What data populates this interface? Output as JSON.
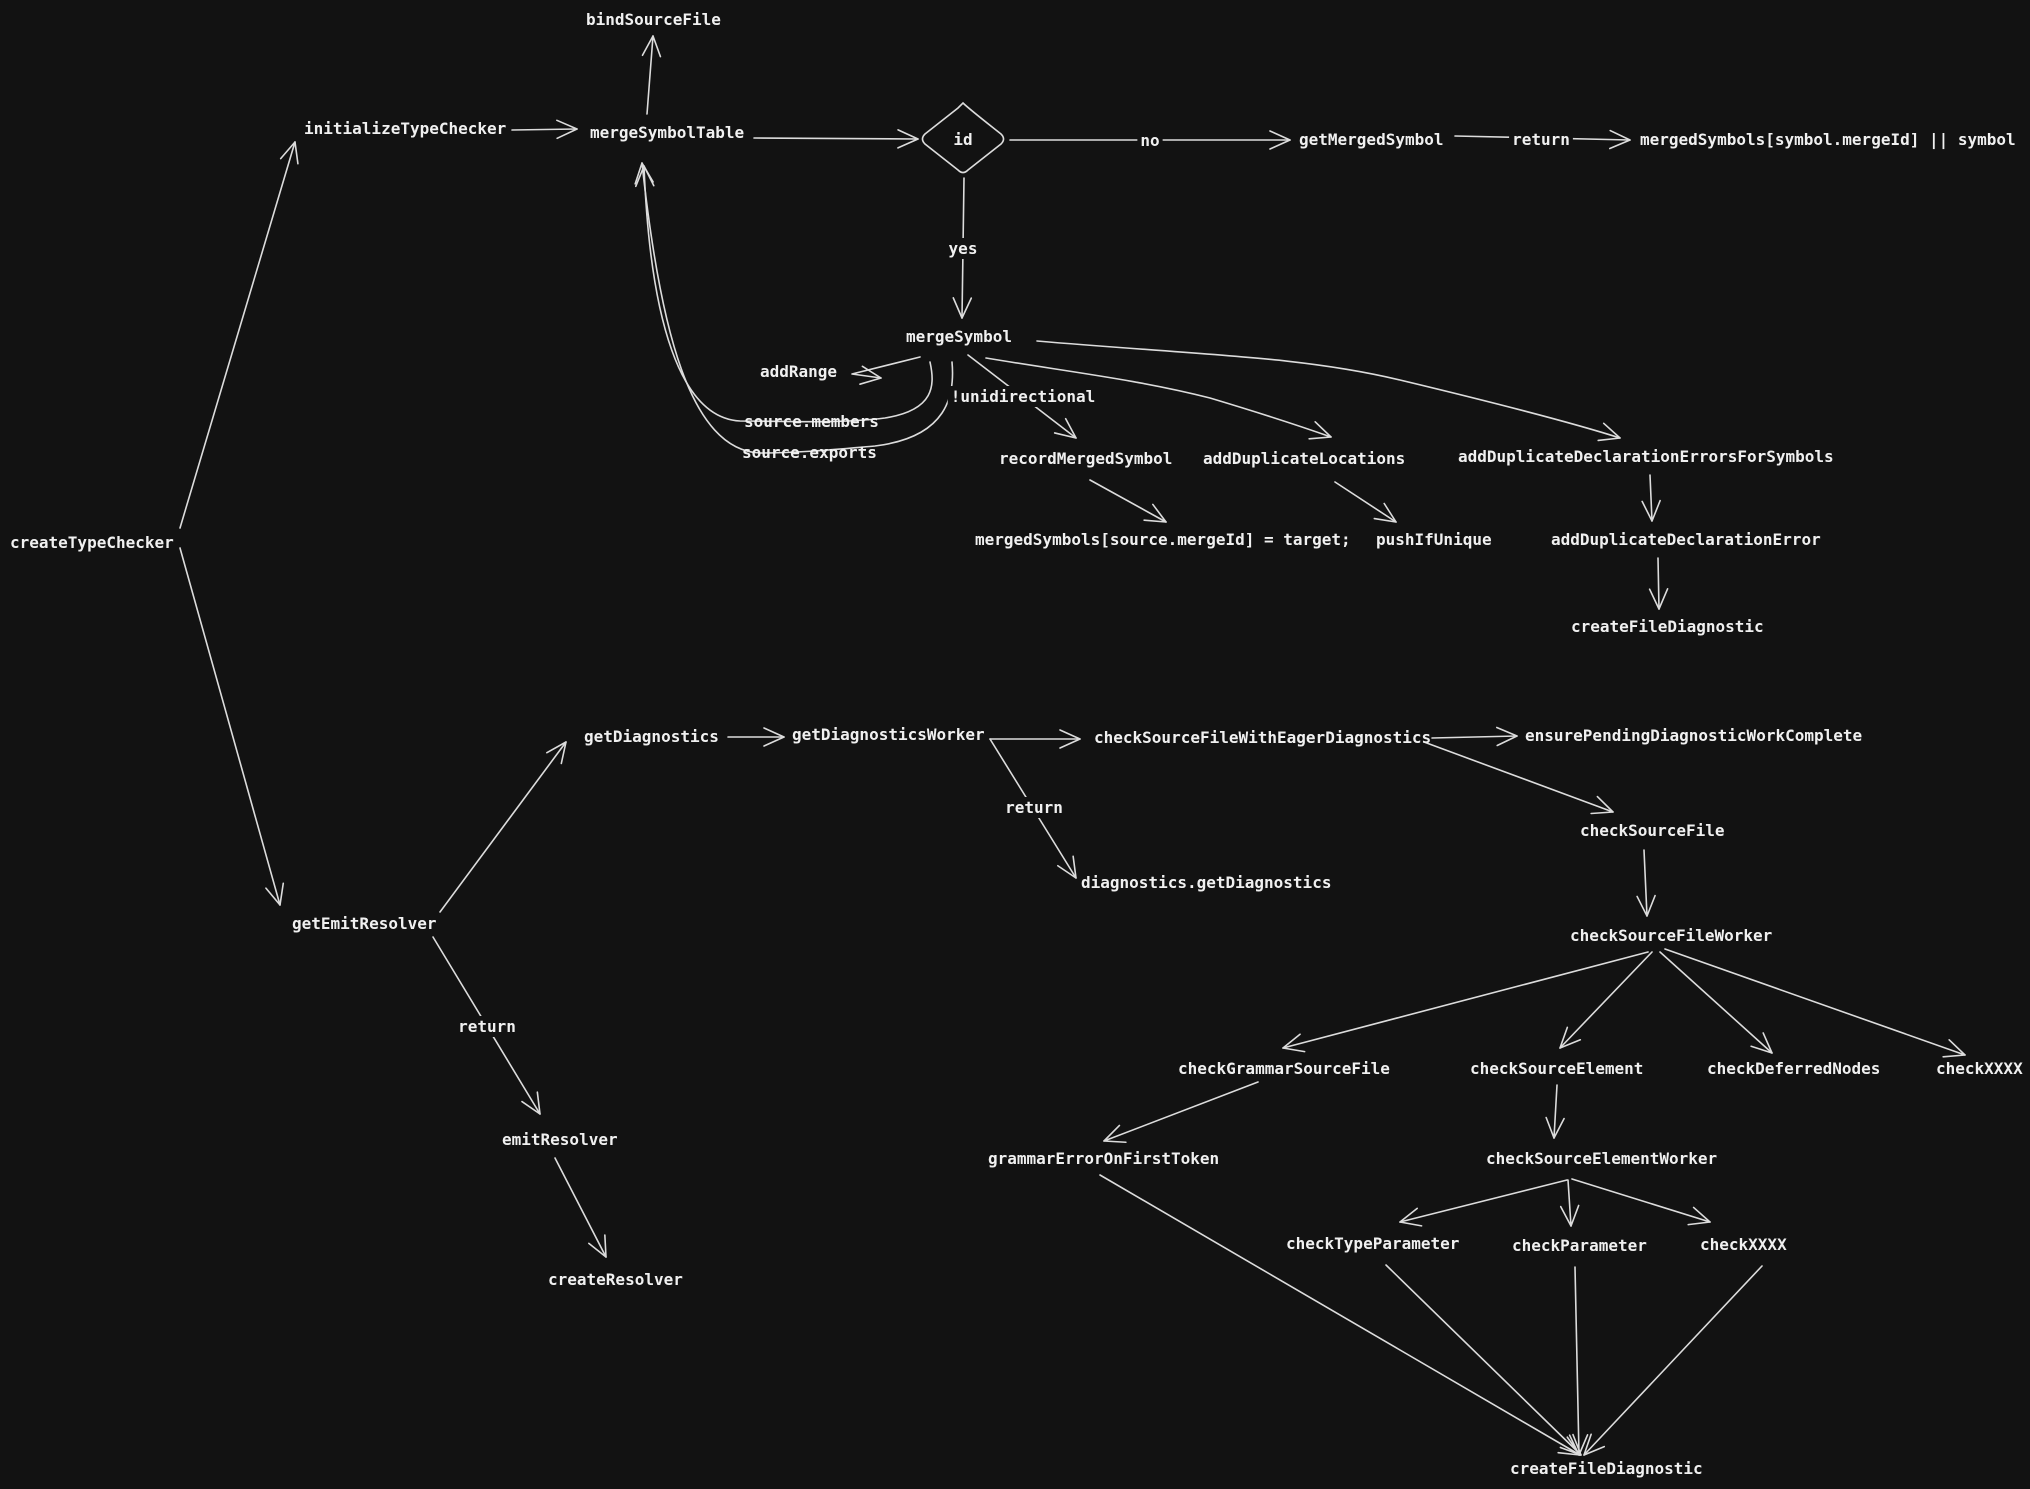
{
  "diagram": {
    "background": "#121212",
    "stroke_color": "#dcdcdc",
    "text_color": "#f0f0f0",
    "nodes": [
      {
        "id": "bindSourceFile",
        "label": "bindSourceFile"
      },
      {
        "id": "initializeTypeChecker",
        "label": "initializeTypeChecker"
      },
      {
        "id": "mergeSymbolTable",
        "label": "mergeSymbolTable"
      },
      {
        "id": "id",
        "label": "id",
        "shape": "diamond"
      },
      {
        "id": "getMergedSymbol",
        "label": "getMergedSymbol"
      },
      {
        "id": "mergedSymbolsExpr",
        "label": "mergedSymbols[symbol.mergeId] || symbol"
      },
      {
        "id": "mergeSymbol",
        "label": "mergeSymbol"
      },
      {
        "id": "addRange",
        "label": "addRange"
      },
      {
        "id": "sourceMembers",
        "label": "source.members"
      },
      {
        "id": "sourceExports",
        "label": "source.exports"
      },
      {
        "id": "recordMergedSymbol",
        "label": "recordMergedSymbol"
      },
      {
        "id": "addDuplicateLocations",
        "label": "addDuplicateLocations"
      },
      {
        "id": "addDuplicateDeclarationErrorsForSymbols",
        "label": "addDuplicateDeclarationErrorsForSymbols"
      },
      {
        "id": "mergedSymbolsAssign",
        "label": "mergedSymbols[source.mergeId] = target;"
      },
      {
        "id": "pushIfUnique",
        "label": "pushIfUnique"
      },
      {
        "id": "addDuplicateDeclarationError",
        "label": "addDuplicateDeclarationError"
      },
      {
        "id": "createFileDiagnosticTop",
        "label": "createFileDiagnostic"
      },
      {
        "id": "createTypeChecker",
        "label": "createTypeChecker"
      },
      {
        "id": "getDiagnostics",
        "label": "getDiagnostics"
      },
      {
        "id": "getDiagnosticsWorker",
        "label": "getDiagnosticsWorker"
      },
      {
        "id": "checkSourceFileWithEagerDiagnostics",
        "label": "checkSourceFileWithEagerDiagnostics"
      },
      {
        "id": "ensurePendingDiagnosticWorkComplete",
        "label": "ensurePendingDiagnosticWorkComplete"
      },
      {
        "id": "diagnosticsGetDiagnostics",
        "label": "diagnostics.getDiagnostics"
      },
      {
        "id": "checkSourceFile",
        "label": "checkSourceFile"
      },
      {
        "id": "checkSourceFileWorker",
        "label": "checkSourceFileWorker"
      },
      {
        "id": "getEmitResolver",
        "label": "getEmitResolver"
      },
      {
        "id": "emitResolver",
        "label": "emitResolver"
      },
      {
        "id": "createResolver",
        "label": "createResolver"
      },
      {
        "id": "checkGrammarSourceFile",
        "label": "checkGrammarSourceFile"
      },
      {
        "id": "checkSourceElement",
        "label": "checkSourceElement"
      },
      {
        "id": "checkDeferredNodes",
        "label": "checkDeferredNodes"
      },
      {
        "id": "checkXXXX1",
        "label": "checkXXXX"
      },
      {
        "id": "grammarErrorOnFirstToken",
        "label": "grammarErrorOnFirstToken"
      },
      {
        "id": "checkSourceElementWorker",
        "label": "checkSourceElementWorker"
      },
      {
        "id": "checkTypeParameter",
        "label": "checkTypeParameter"
      },
      {
        "id": "checkParameter",
        "label": "checkParameter"
      },
      {
        "id": "checkXXXX2",
        "label": "checkXXXX"
      },
      {
        "id": "createFileDiagnosticBottom",
        "label": "createFileDiagnostic"
      }
    ],
    "edges": [
      {
        "id": "e01",
        "from": "createTypeChecker",
        "to": "initializeTypeChecker"
      },
      {
        "id": "e02",
        "from": "createTypeChecker",
        "to": "getEmitResolver"
      },
      {
        "id": "e03",
        "from": "initializeTypeChecker",
        "to": "mergeSymbolTable"
      },
      {
        "id": "e04",
        "from": "mergeSymbolTable",
        "to": "bindSourceFile"
      },
      {
        "id": "e05",
        "from": "mergeSymbolTable",
        "to": "id"
      },
      {
        "id": "e06",
        "from": "id",
        "to": "getMergedSymbol",
        "label": "no"
      },
      {
        "id": "e07",
        "from": "getMergedSymbol",
        "to": "mergedSymbolsExpr",
        "label": "return"
      },
      {
        "id": "e08",
        "from": "id",
        "to": "mergeSymbol",
        "label": "yes"
      },
      {
        "id": "e09",
        "from": "mergeSymbol",
        "to": "addRange"
      },
      {
        "id": "e10",
        "from": "mergeSymbol",
        "to": "mergeSymbolTable",
        "via": "source.members"
      },
      {
        "id": "e11",
        "from": "mergeSymbol",
        "to": "mergeSymbolTable",
        "via": "source.exports"
      },
      {
        "id": "e12",
        "from": "mergeSymbol",
        "to": "recordMergedSymbol",
        "label": "!unidirectional"
      },
      {
        "id": "e13",
        "from": "mergeSymbol",
        "to": "addDuplicateLocations"
      },
      {
        "id": "e14",
        "from": "mergeSymbol",
        "to": "addDuplicateDeclarationErrorsForSymbols"
      },
      {
        "id": "e15",
        "from": "recordMergedSymbol",
        "to": "mergedSymbolsAssign"
      },
      {
        "id": "e16",
        "from": "addDuplicateLocations",
        "to": "pushIfUnique"
      },
      {
        "id": "e17",
        "from": "addDuplicateDeclarationErrorsForSymbols",
        "to": "addDuplicateDeclarationError"
      },
      {
        "id": "e18",
        "from": "addDuplicateDeclarationError",
        "to": "createFileDiagnosticTop"
      },
      {
        "id": "e19",
        "from": "getEmitResolver",
        "to": "getDiagnostics"
      },
      {
        "id": "e20",
        "from": "getDiagnostics",
        "to": "getDiagnosticsWorker"
      },
      {
        "id": "e21",
        "from": "getDiagnosticsWorker",
        "to": "checkSourceFileWithEagerDiagnostics"
      },
      {
        "id": "e22",
        "from": "getDiagnosticsWorker",
        "to": "diagnosticsGetDiagnostics",
        "label": "return"
      },
      {
        "id": "e23",
        "from": "checkSourceFileWithEagerDiagnostics",
        "to": "ensurePendingDiagnosticWorkComplete"
      },
      {
        "id": "e24",
        "from": "checkSourceFileWithEagerDiagnostics",
        "to": "checkSourceFile"
      },
      {
        "id": "e25",
        "from": "checkSourceFile",
        "to": "checkSourceFileWorker"
      },
      {
        "id": "e26",
        "from": "getEmitResolver",
        "to": "emitResolver",
        "label": "return"
      },
      {
        "id": "e27",
        "from": "emitResolver",
        "to": "createResolver"
      },
      {
        "id": "e28",
        "from": "checkSourceFileWorker",
        "to": "checkGrammarSourceFile"
      },
      {
        "id": "e29",
        "from": "checkSourceFileWorker",
        "to": "checkSourceElement"
      },
      {
        "id": "e30",
        "from": "checkSourceFileWorker",
        "to": "checkDeferredNodes"
      },
      {
        "id": "e31",
        "from": "checkSourceFileWorker",
        "to": "checkXXXX1"
      },
      {
        "id": "e32",
        "from": "checkGrammarSourceFile",
        "to": "grammarErrorOnFirstToken"
      },
      {
        "id": "e33",
        "from": "checkSourceElement",
        "to": "checkSourceElementWorker"
      },
      {
        "id": "e34",
        "from": "checkSourceElementWorker",
        "to": "checkTypeParameter"
      },
      {
        "id": "e35",
        "from": "checkSourceElementWorker",
        "to": "checkParameter"
      },
      {
        "id": "e36",
        "from": "checkSourceElementWorker",
        "to": "checkXXXX2"
      },
      {
        "id": "e37",
        "from": "grammarErrorOnFirstToken",
        "to": "createFileDiagnosticBottom"
      },
      {
        "id": "e38",
        "from": "checkTypeParameter",
        "to": "createFileDiagnosticBottom"
      },
      {
        "id": "e39",
        "from": "checkParameter",
        "to": "createFileDiagnosticBottom"
      },
      {
        "id": "e40",
        "from": "checkXXXX2",
        "to": "createFileDiagnosticBottom"
      }
    ]
  }
}
